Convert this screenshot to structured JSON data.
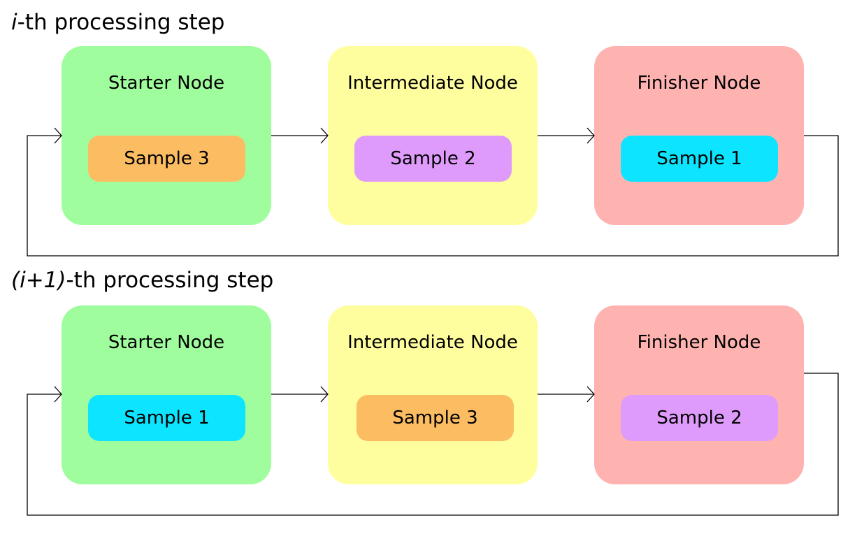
{
  "steps": [
    {
      "title_italic": "i",
      "title_rest": "-th processing step",
      "nodes": [
        {
          "label": "Starter Node",
          "color": "#a0fd9d",
          "sample": {
            "label": "Sample 3",
            "color": "#fbbc62"
          }
        },
        {
          "label": "Intermediate Node",
          "color": "#fffe9f",
          "sample": {
            "label": "Sample 2",
            "color": "#df9bfb"
          }
        },
        {
          "label": "Finisher Node",
          "color": "#ffb3b1",
          "sample": {
            "label": "Sample 1",
            "color": "#0de4ff"
          }
        }
      ]
    },
    {
      "title_italic": "(i+1)",
      "title_rest": "-th processing step",
      "nodes": [
        {
          "label": "Starter Node",
          "color": "#a0fd9d",
          "sample": {
            "label": "Sample 1",
            "color": "#0de4ff"
          }
        },
        {
          "label": "Intermediate Node",
          "color": "#fffe9f",
          "sample": {
            "label": "Sample 3",
            "color": "#fbbc62"
          }
        },
        {
          "label": "Finisher Node",
          "color": "#ffb3b1",
          "sample": {
            "label": "Sample 2",
            "color": "#df9bfb"
          }
        }
      ]
    }
  ]
}
